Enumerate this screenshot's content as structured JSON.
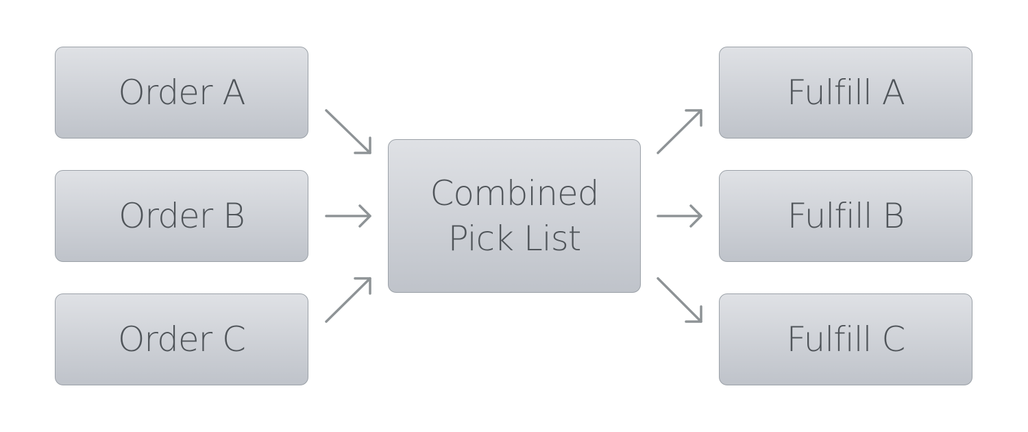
{
  "inputs": [
    {
      "label": "Order A"
    },
    {
      "label": "Order B"
    },
    {
      "label": "Order C"
    }
  ],
  "center": {
    "line1": "Combined",
    "line2": "Pick List"
  },
  "outputs": [
    {
      "label": "Fulfill A"
    },
    {
      "label": "Fulfill B"
    },
    {
      "label": "Fulfill C"
    }
  ]
}
